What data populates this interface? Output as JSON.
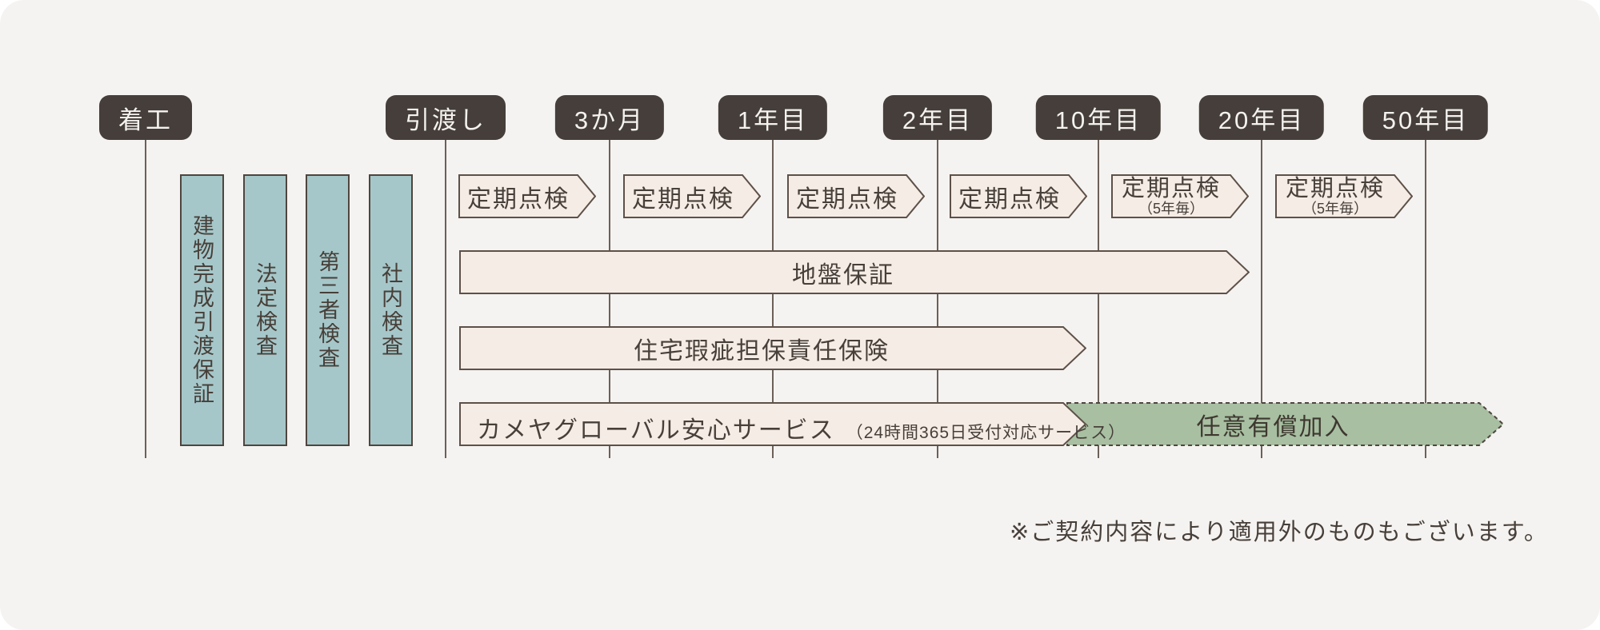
{
  "diagram_title": "warranty-and-inspection-timeline",
  "colors": {
    "card_background": "#f5f3f1",
    "marker_background": "#453e3a",
    "marker_text": "#f4f2ef",
    "phase_bar_fill": "#a6c7c9",
    "cream_fill": "#f6ece6",
    "green_fill": "#a8bfa2",
    "border_dark": "#4e453e",
    "text_dark": "#473f39",
    "timeline_line": "#6b6159"
  },
  "timeline_markers": [
    {
      "label": "着工"
    },
    {
      "label": "引渡し"
    },
    {
      "label": "3か月"
    },
    {
      "label": "1年目"
    },
    {
      "label": "2年目"
    },
    {
      "label": "10年目"
    },
    {
      "label": "20年目"
    },
    {
      "label": "50年目"
    }
  ],
  "phase_bars": [
    {
      "label": "建物完成引渡保証"
    },
    {
      "label": "法定検査"
    },
    {
      "label": "第三者検査"
    },
    {
      "label": "社内検査"
    }
  ],
  "inspection_arrows": [
    {
      "label": "定期点検"
    },
    {
      "label": "定期点検"
    },
    {
      "label": "定期点検"
    },
    {
      "label": "定期点検"
    },
    {
      "label": "定期点検",
      "sublabel": "（5年毎）"
    },
    {
      "label": "定期点検",
      "sublabel": "（5年毎）"
    }
  ],
  "guarantee_bars": {
    "ground": {
      "label": "地盤保証"
    },
    "defect_insurance": {
      "label": "住宅瑕疵担保責任保険"
    },
    "anshin_service": {
      "label": "カメヤグローバル安心サービス",
      "sublabel": "（24時間365日受付対応サービス）"
    },
    "optional_paid": {
      "label": "任意有償加入"
    }
  },
  "note": {
    "text": "※ご契約内容により適用外のものもございます。"
  }
}
